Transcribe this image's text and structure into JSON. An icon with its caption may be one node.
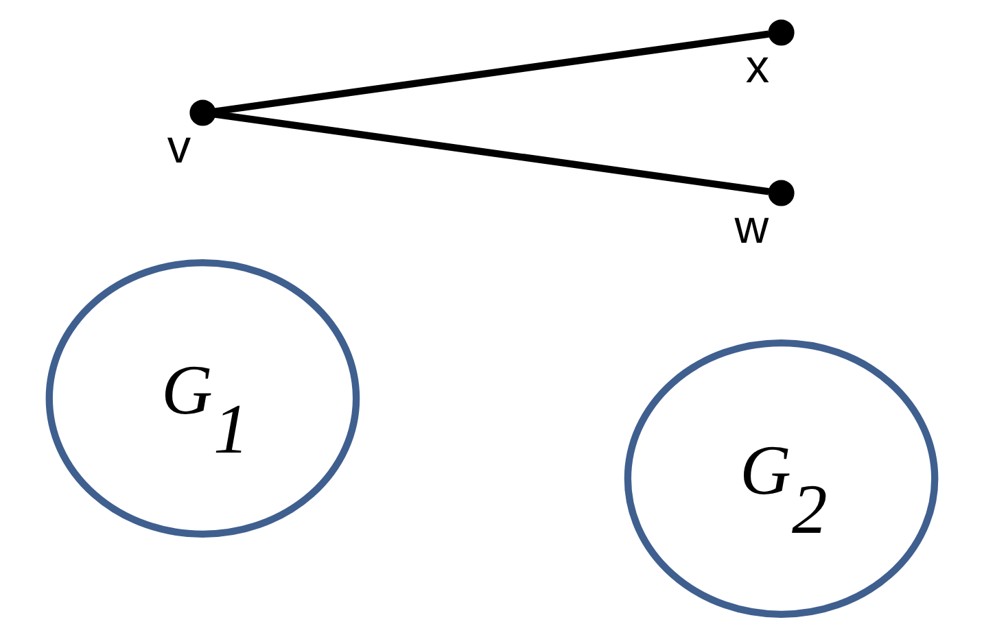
{
  "diagram": {
    "nodes": [
      {
        "text": [
          "G$_{1}$"
        ]
      },
      {
        "text": [
          "G$_{2}$"
        ]
      },
      {
        "text": [],
        "shape": "circle",
        "beside": [
          "v"
        ]
      },
      {
        "text": [],
        "shape": "circle",
        "beside": [
          "x"
        ]
      },
      {
        "text": [],
        "shape": "circle",
        "beside": [
          "w"
        ]
      }
    ],
    "edges": [
      {
        "from": 2,
        "to": 3,
        "arrow": "none"
      },
      {
        "from": 2,
        "to": 4,
        "arrow": "none"
      }
    ]
  }
}
